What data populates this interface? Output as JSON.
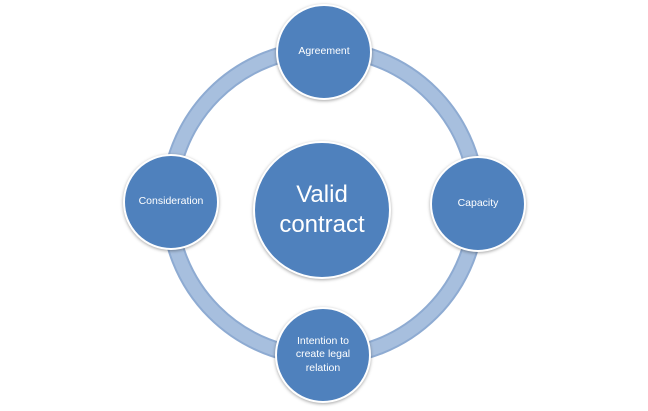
{
  "diagram": {
    "center": {
      "label": "Valid contract"
    },
    "nodes": {
      "top": "Agreement",
      "right": "Capacity",
      "bottom": "Intention to create legal relation",
      "left": "Consideration"
    },
    "colors": {
      "node_fill": "#4f81bd",
      "ring": "#a7bfde",
      "ring_edge": "#8eabd2",
      "text": "#ffffff"
    }
  }
}
